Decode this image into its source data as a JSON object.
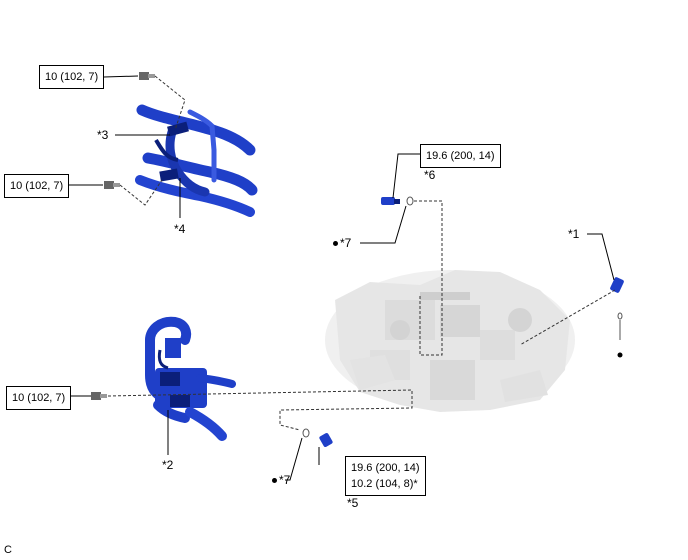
{
  "torques": {
    "t_top": "10 (102, 7)",
    "t_mid": "10 (102, 7)",
    "t_low": "10 (102, 7)",
    "t6": "19.6 (200, 14)",
    "t5_a": "19.6 (200, 14)",
    "t5_b": "10.2 (104, 8)*"
  },
  "callouts": {
    "c1": "*1",
    "c2": "*2",
    "c3": "*3",
    "c4": "*4",
    "c5": "*5",
    "c6": "*6",
    "c7a": "*7",
    "c7b": "*7"
  },
  "corner_label": "C",
  "colors": {
    "part_blue": "#1f3fc8",
    "part_dark": "#0b1f7a",
    "engine_gray": "#d6d6d6"
  }
}
